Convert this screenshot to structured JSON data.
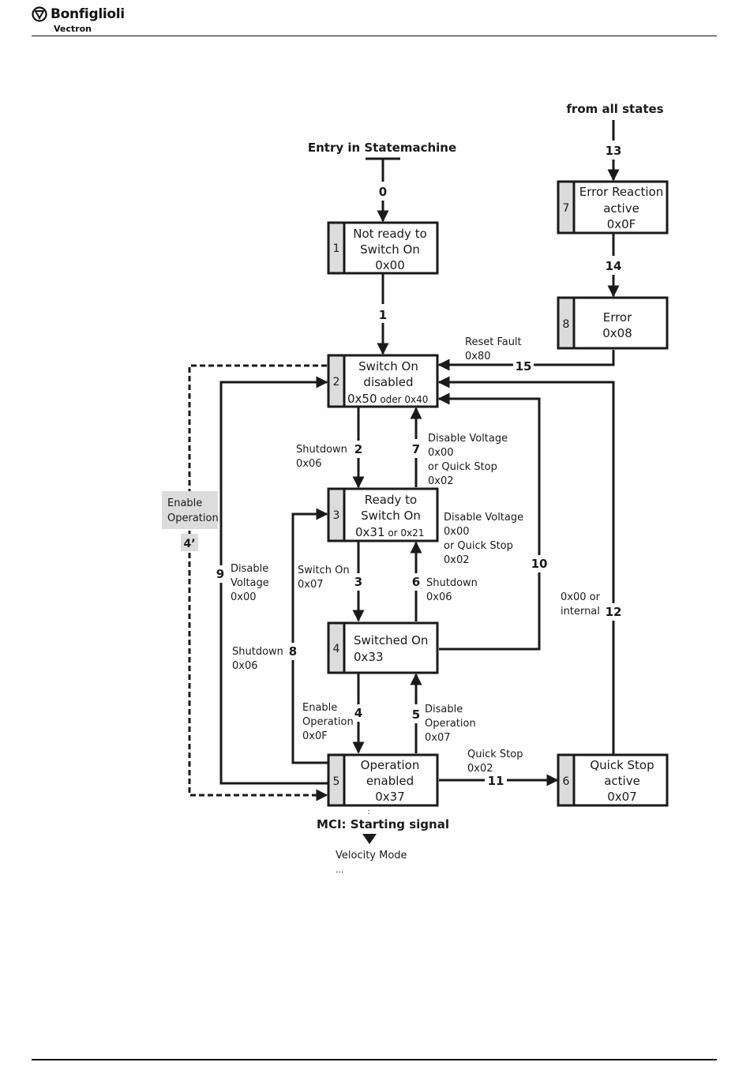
{
  "header": {
    "brand": "Bonfiglioli",
    "sub_brand": "Vectron",
    "logo_icon": "bonfiglioli-logo-icon"
  },
  "diagram": {
    "entry_label": "Entry in Statemachine",
    "from_all_states_label": "from all states",
    "mci_label": "MCI: Starting signal",
    "velocity_mode_label": "Velocity Mode",
    "ellipsis": "...",
    "enable_operation_box": [
      "Enable",
      "Operation"
    ],
    "enable_operation_number": "4’",
    "states": [
      {
        "id": "1",
        "lines": [
          "Not ready to",
          "Switch On",
          "0x00"
        ]
      },
      {
        "id": "2",
        "lines": [
          "Switch On",
          "disabled"
        ],
        "code_main": "0x50",
        "code_extra": " oder 0x40"
      },
      {
        "id": "3",
        "lines": [
          "Ready to",
          "Switch On"
        ],
        "code_main": "0x31",
        "code_extra": " or 0x21"
      },
      {
        "id": "4",
        "lines": [
          "Switched On",
          "0x33"
        ]
      },
      {
        "id": "5",
        "lines": [
          "Operation",
          "enabled",
          "0x37"
        ]
      },
      {
        "id": "6",
        "lines": [
          "Quick Stop",
          "active",
          "0x07"
        ]
      },
      {
        "id": "7",
        "lines": [
          "Error Reaction",
          "active",
          "0x0F"
        ]
      },
      {
        "id": "8",
        "lines": [
          "Error",
          "0x08"
        ]
      }
    ],
    "transitions": {
      "t0": "0",
      "t1": "1",
      "t2": "2",
      "t3": "3",
      "t4": "4",
      "t5": "5",
      "t6": "6",
      "t7": "7",
      "t8": "8",
      "t9": "9",
      "t10": "10",
      "t11": "11",
      "t12": "12",
      "t13": "13",
      "t14": "14",
      "t15": "15"
    },
    "labels": {
      "reset_fault": [
        "Reset Fault",
        "0x80"
      ],
      "shutdown_2": [
        "Shutdown",
        "0x06"
      ],
      "disable_voltage_7": [
        "Disable Voltage",
        "0x00",
        "or Quick Stop",
        "0x02"
      ],
      "disable_voltage_10": [
        "Disable Voltage",
        "0x00",
        "or Quick Stop",
        "0x02"
      ],
      "switch_on_3": [
        "Switch On",
        "0x07"
      ],
      "shutdown_6": [
        "Shutdown",
        "0x06"
      ],
      "disable_voltage_9": [
        "Disable",
        "Voltage",
        "0x00"
      ],
      "shutdown_8": [
        "Shutdown",
        "0x06"
      ],
      "enable_operation_4": [
        "Enable",
        "Operation",
        "0x0F"
      ],
      "disable_operation_5": [
        "Disable",
        "Operation",
        "0x07"
      ],
      "quick_stop_11": [
        "Quick Stop",
        "0x02"
      ],
      "internal_12": [
        "0x00 or",
        "internal"
      ]
    }
  }
}
